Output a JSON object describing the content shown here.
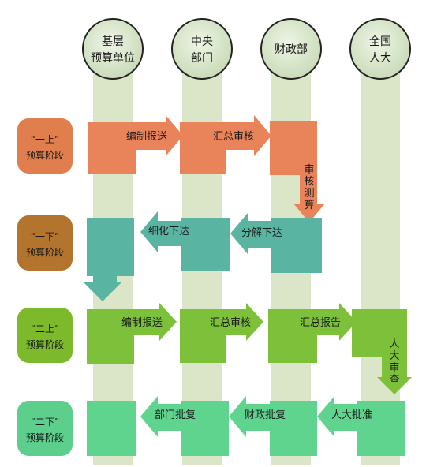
{
  "columns": [
    {
      "lines": [
        "基层",
        "预算单位"
      ]
    },
    {
      "lines": [
        "中央",
        "部门"
      ]
    },
    {
      "lines": [
        "财政部"
      ]
    },
    {
      "lines": [
        "全国",
        "人大"
      ]
    }
  ],
  "stages": [
    {
      "quote": "“一上”",
      "text": "预算阶段",
      "color": "#e07e4e"
    },
    {
      "quote": "“一下”",
      "text": "预算阶段",
      "color": "#b3742d"
    },
    {
      "quote": "“二上”",
      "text": "预算阶段",
      "color": "#7cb92b"
    },
    {
      "quote": "“二下”",
      "text": "预算阶段",
      "color": "#5ccf8d"
    }
  ],
  "flow_labels": {
    "row1_a": "编制报送",
    "row1_b": "汇总审核",
    "row1_down": [
      "审",
      "核",
      "测",
      "算"
    ],
    "row2_a": "细化下达",
    "row2_b": "分解下达",
    "row3_a": "编制报送",
    "row3_b": "汇总审核",
    "row3_c": "汇总报告",
    "row3_down": [
      "人",
      "大",
      "审",
      "查"
    ],
    "row4_a": "部门批复",
    "row4_b": "财政批复",
    "row4_c": "人大批准"
  },
  "colors": {
    "column_band": "#d9e5c6",
    "header_circle": "#d7e6cc",
    "orange": "#e8835a",
    "teal": "#5ab4a2",
    "green": "#7dc13a",
    "mint": "#5fd48e"
  }
}
